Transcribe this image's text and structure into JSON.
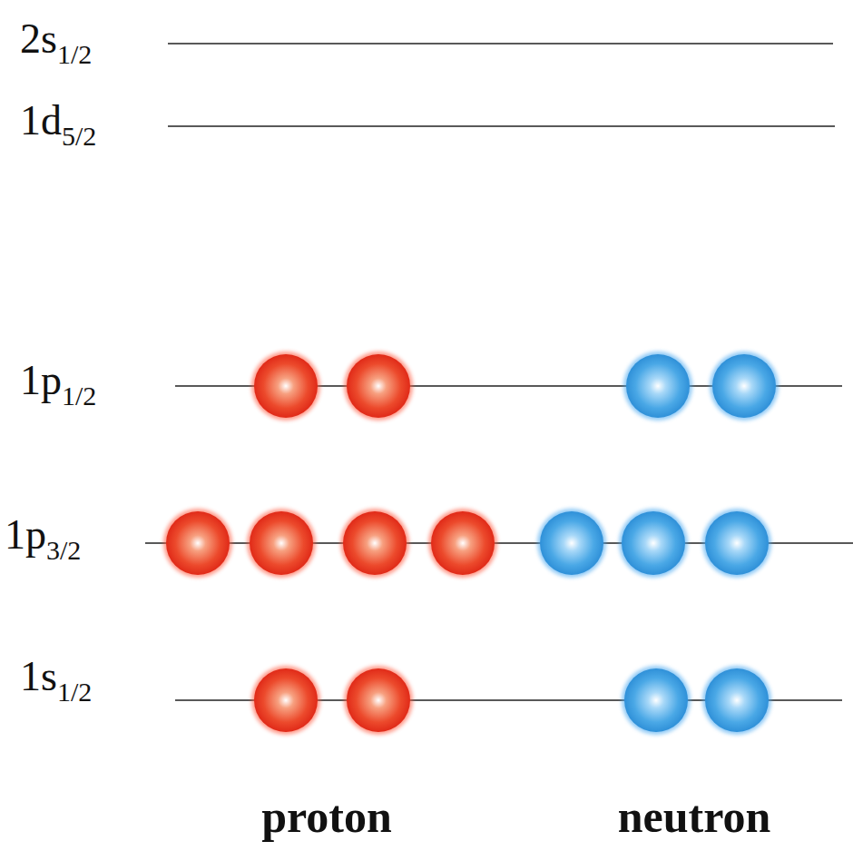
{
  "diagram": {
    "labels": [
      "2s1/2",
      "1d5/2",
      "1p1/2",
      "1p3/2",
      "1s1/2",
      "proton",
      "neutron"
    ]
  }
}
